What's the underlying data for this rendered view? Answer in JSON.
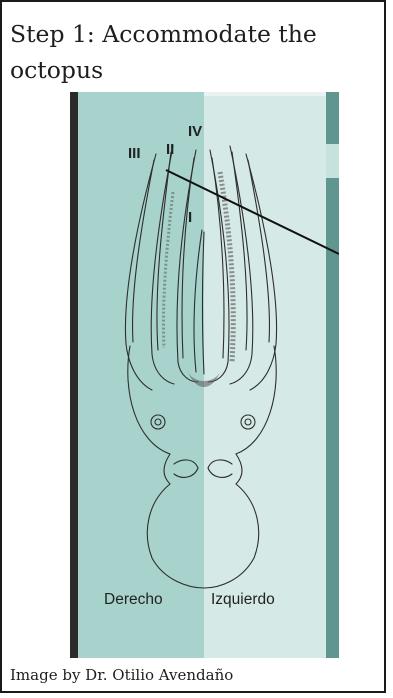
{
  "step": {
    "title": "Step 1: Accommodate the octopus",
    "caption": "Image by Dr. Otilio Avendaño"
  },
  "illustration": {
    "arm_labels": [
      "III",
      "II",
      "IV",
      "I"
    ],
    "left_side_label": "Derecho",
    "right_side_label": "Izquierdo",
    "colors": {
      "left_panel": "#a7d3cc",
      "right_panel": "#d5e9e6",
      "right_strip": "#5f9790",
      "frame": "#2b2b2b"
    }
  }
}
